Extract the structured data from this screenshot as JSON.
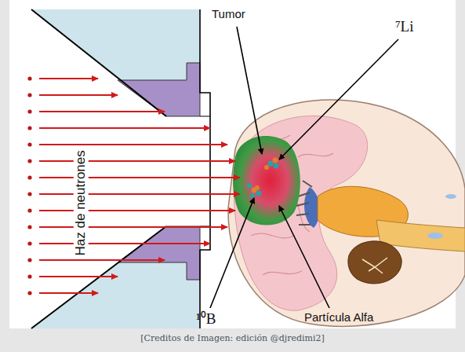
{
  "diagram": {
    "caption": "[Creditos de Imagen: edición @djredimi2]",
    "labels": [
      "Tumor",
      "⁷Li",
      "Haz de neutrones",
      "¹⁰B",
      "Partícula Alfa"
    ]
  }
}
